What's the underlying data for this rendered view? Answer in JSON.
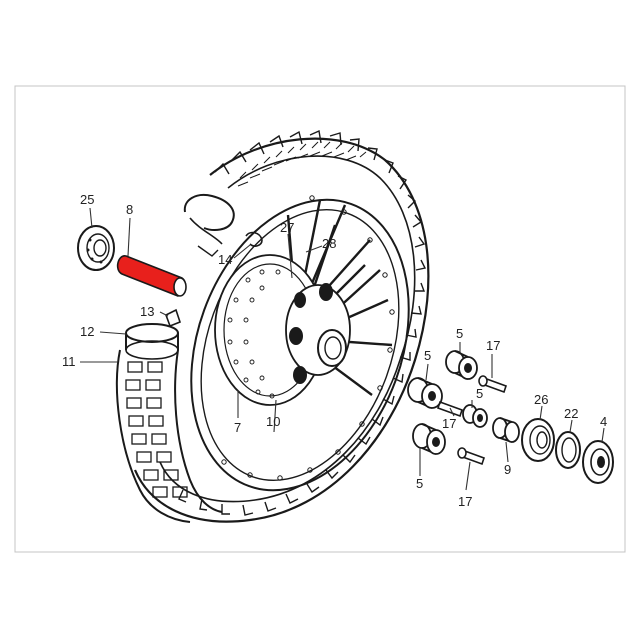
{
  "diagram": {
    "highlight_color": "#e8201c",
    "ink_color": "#1a1a1a",
    "frame_color": "#bdbdbd",
    "callouts": {
      "c25": "25",
      "c8": "8",
      "c27": "27",
      "c28": "28",
      "c14": "14",
      "c13": "13",
      "c12": "12",
      "c11": "11",
      "c7": "7",
      "c10": "10",
      "c5a": "5",
      "c17a": "17",
      "c5b": "5",
      "c5c": "5",
      "c17b": "17",
      "c26": "26",
      "c22": "22",
      "c4": "4",
      "c9": "9",
      "c5d": "5",
      "c17c": "17"
    }
  }
}
